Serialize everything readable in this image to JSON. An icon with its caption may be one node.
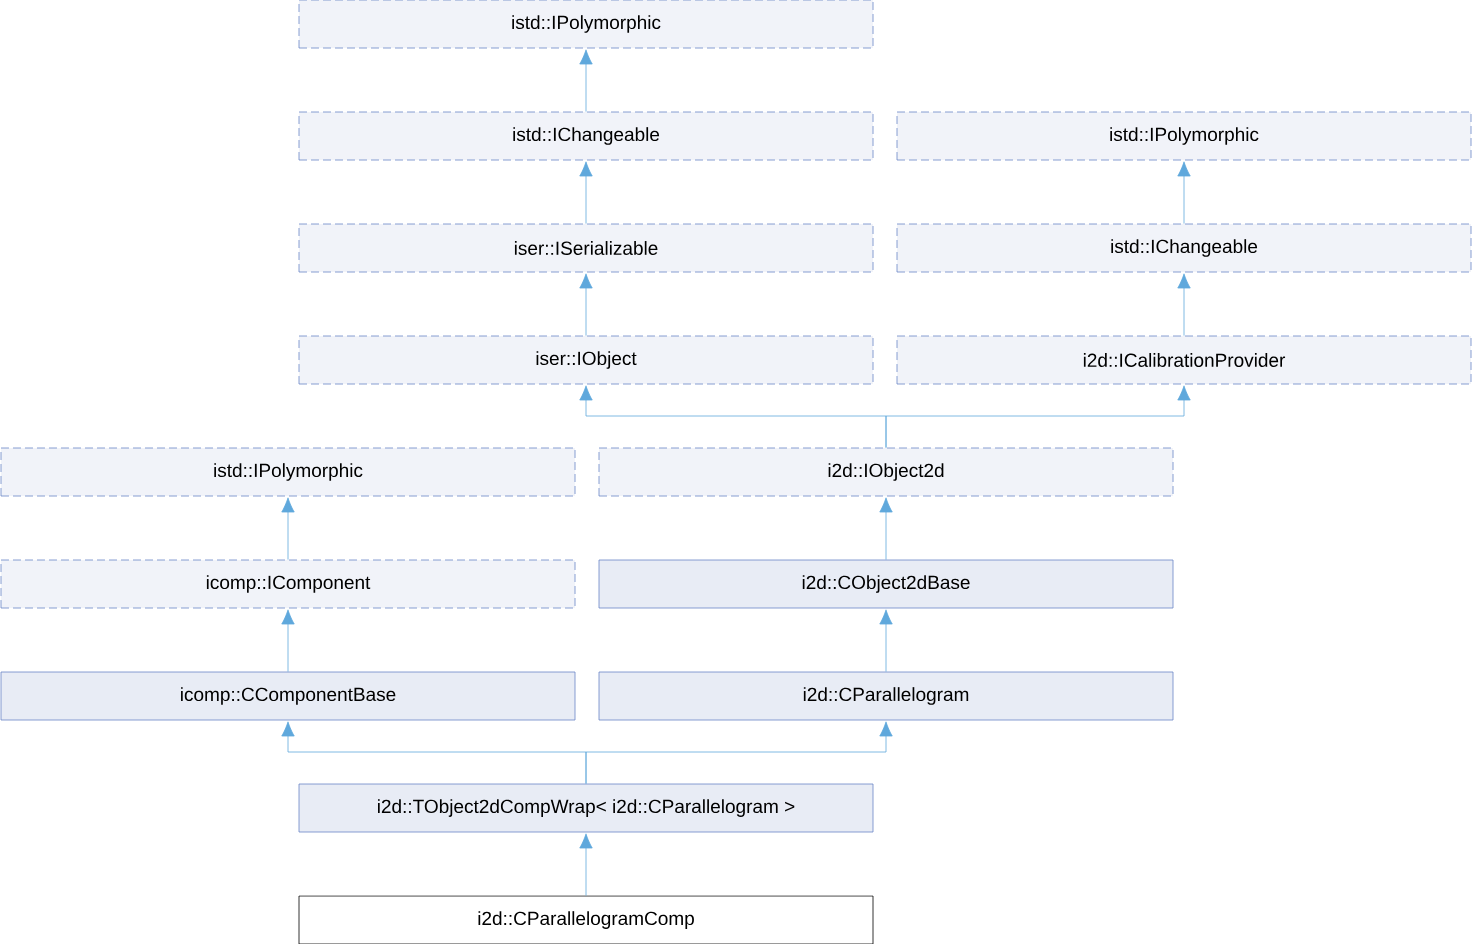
{
  "diagram": {
    "nodes": [
      {
        "text": [
          "istd::IPolymorphic"
        ]
      },
      {
        "text": [
          "istd::IChangeable"
        ]
      },
      {
        "text": [
          "istd::IPolymorphic"
        ]
      },
      {
        "text": [
          "iser::ISerializable"
        ]
      },
      {
        "text": [
          "istd::IChangeable"
        ]
      },
      {
        "text": [
          "iser::IObject"
        ]
      },
      {
        "text": [
          "i2d::ICalibrationProvider"
        ]
      },
      {
        "text": [
          "istd::IPolymorphic"
        ]
      },
      {
        "text": [
          "i2d::IObject2d"
        ]
      },
      {
        "text": [
          "icomp::IComponent"
        ]
      },
      {
        "text": [
          "i2d::CObject2dBase"
        ]
      },
      {
        "text": [
          "icomp::CComponentBase"
        ]
      },
      {
        "text": [
          "i2d::CParallelogram"
        ]
      },
      {
        "text": [
          "i2d::TObject2dCompWrap< i2d::CParallelogram >"
        ]
      },
      {
        "text": [
          "i2d::CParallelogramComp"
        ]
      }
    ],
    "edges": [
      {
        "from": 1,
        "to": 0,
        "arrow": "to"
      },
      {
        "from": 3,
        "to": 1,
        "arrow": "to"
      },
      {
        "from": 4,
        "to": 2,
        "arrow": "to"
      },
      {
        "from": 5,
        "to": 3,
        "arrow": "to"
      },
      {
        "from": 6,
        "to": 4,
        "arrow": "to"
      },
      {
        "from": 8,
        "to": 5,
        "arrow": "to"
      },
      {
        "from": 8,
        "to": 6,
        "arrow": "to"
      },
      {
        "from": 9,
        "to": 7,
        "arrow": "to"
      },
      {
        "from": 10,
        "to": 8,
        "arrow": "to"
      },
      {
        "from": 11,
        "to": 9,
        "arrow": "to"
      },
      {
        "from": 12,
        "to": 10,
        "arrow": "to"
      },
      {
        "from": 13,
        "to": 11,
        "arrow": "to"
      },
      {
        "from": 13,
        "to": 12,
        "arrow": "to"
      },
      {
        "from": 14,
        "to": 13,
        "arrow": "to"
      }
    ]
  }
}
